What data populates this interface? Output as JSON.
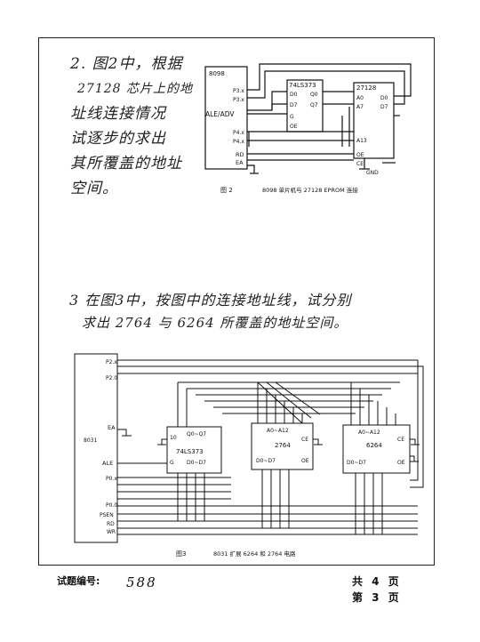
{
  "question2": {
    "lines": [
      "2. 图2中，根据",
      "27128 芯片上的地",
      "址线连接情况",
      "试逐步的求出",
      "其所覆盖的地址",
      "空间。"
    ]
  },
  "figure1": {
    "cpu": "8098",
    "latch": "74LS373",
    "eprom": "27128",
    "pins": [
      "P3.x",
      "P3.x",
      "ALE/ADV",
      "P4.x",
      "P4.x",
      "RD",
      "EA"
    ],
    "latch_pins": [
      "D0",
      "D7",
      "G",
      "OE",
      "Q0",
      "Q7"
    ],
    "eprom_pins": [
      "A0",
      "A7",
      "A13",
      "D0",
      "D7",
      "OE",
      "CE"
    ],
    "gnd": "GND",
    "caption_num": "图 2",
    "caption": "8098 单片机与 27128 EPROM 连接"
  },
  "question3": {
    "line1": "3  在图3中，按图中的连接地址线，试分别",
    "line2": "求出 2764 与 6264 所覆盖的地址空间。"
  },
  "figure2": {
    "cpu": "8031",
    "latch": "74LS373",
    "eprom": "2764",
    "sram": "6264",
    "pins": [
      "P2.x",
      "P2.0",
      "EA",
      "ALE",
      "P0.x",
      "P0.0",
      "PSEN",
      "RD",
      "WR"
    ],
    "latch_pins": [
      "10",
      "Q0~Q7",
      "G",
      "D0~D7"
    ],
    "eprom_pins": [
      "A0~A12",
      "CE",
      "D0~D7",
      "OE"
    ],
    "sram_pins": [
      "A0~A12",
      "CE",
      "D0~D7",
      "OE"
    ],
    "caption_num": "图3",
    "caption": "8031 扩展 6264 和 2764 电路"
  },
  "footer": {
    "label": "试题编号:",
    "code": "588",
    "total": "共 4 页",
    "current": "第 3 页"
  }
}
